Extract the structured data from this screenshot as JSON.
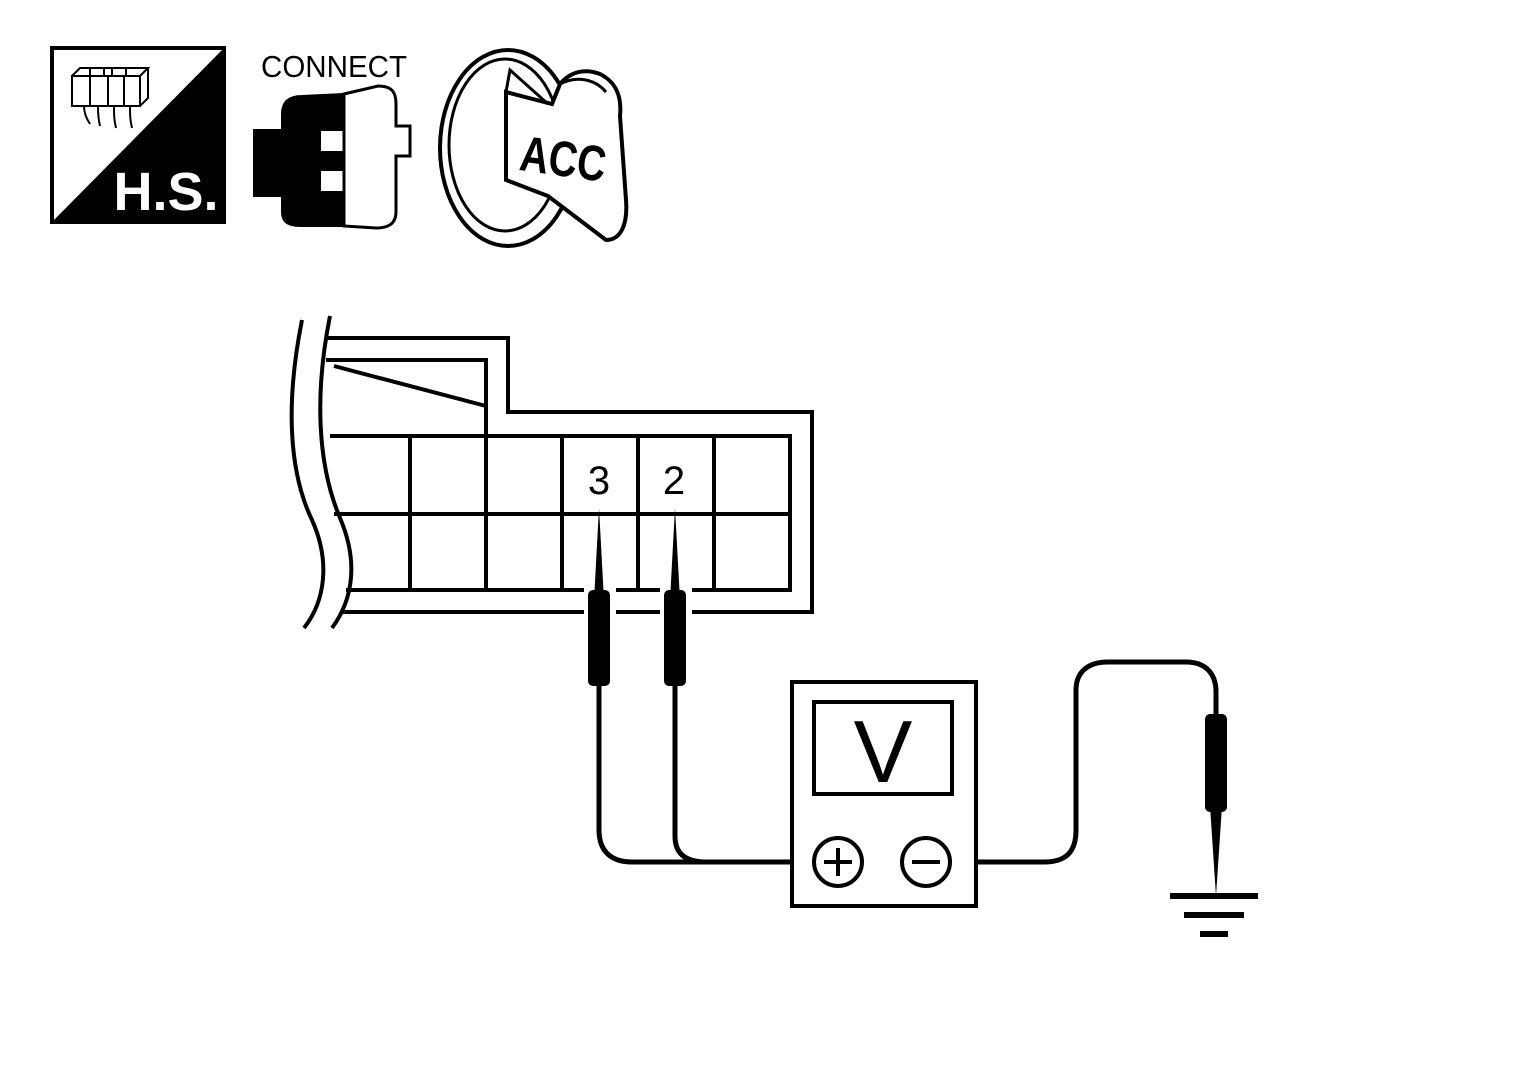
{
  "icons": {
    "harness_side": {
      "label": "H.S.",
      "icon": "harness-side-icon"
    },
    "connect": {
      "label": "CONNECT",
      "icon": "connector-connect-icon"
    },
    "ignition": {
      "label": "ACC",
      "icon": "ignition-key-acc-icon"
    }
  },
  "connector": {
    "terminal_a": "3",
    "terminal_b": "2"
  },
  "meter": {
    "display": "V",
    "positive_symbol": "+",
    "negative_symbol": "−"
  },
  "colors": {
    "ink": "#000000",
    "paper": "#ffffff"
  }
}
